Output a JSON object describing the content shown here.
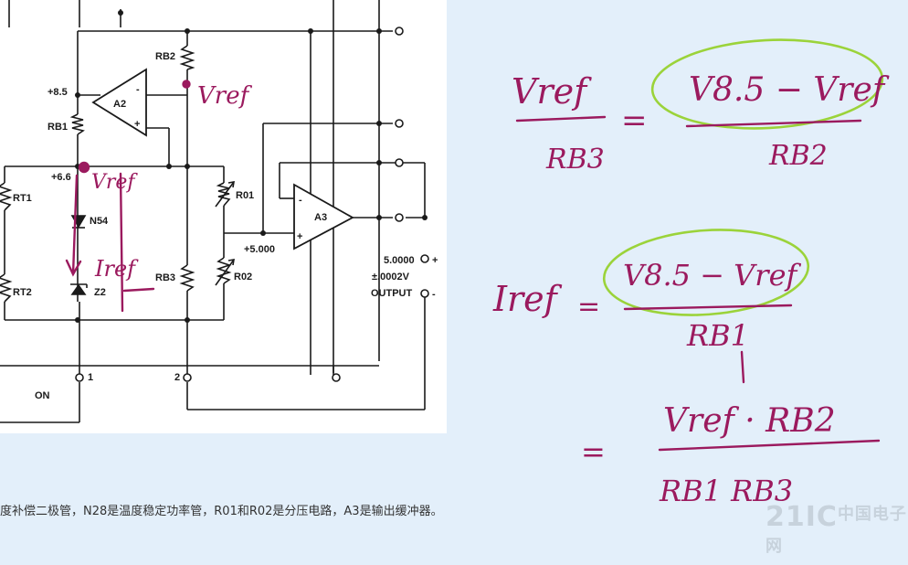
{
  "schematic": {
    "labels": {
      "rb2": "RB2",
      "plus85": "+8.5",
      "a2": "A2",
      "rb1": "RB1",
      "plus66": "+6.6",
      "rt1": "RT1",
      "n54": "N54",
      "rt2": "RT2",
      "z2": "Z2",
      "rb3": "RB3",
      "r01": "R01",
      "r02": "R02",
      "a3": "A3",
      "plus5": "+5.000",
      "out_v": "5.0000",
      "out_tol": "±.0002V",
      "output": "OUTPUT",
      "pin1": "1",
      "pin2": "2",
      "on": "ON",
      "minus_a2": "-",
      "plus_a2": "+",
      "minus_a3": "-",
      "plus_a3": "+",
      "term_plus": "+",
      "term_minus": "-"
    },
    "annotations": {
      "vref_rb2": "Vref",
      "vref_66": "Vref",
      "iref": "Iref"
    }
  },
  "equations": {
    "eq1_lhs_num": "Vref",
    "eq1_lhs_den": "RB3",
    "eq1_rhs_num": "V8.5 − Vref",
    "eq1_rhs_den": "RB2",
    "eq1_equals": "=",
    "eq2_lhs": "Iref",
    "eq2_equals": "=",
    "eq2_num": "V8.5 − Vref",
    "eq2_den": "RB1",
    "eq3_equals": "=",
    "eq3_num": "Vref · RB2",
    "eq3_den": "RB1 RB3"
  },
  "caption": "度补偿二极管，N28是温度稳定功率管，R01和R02是分压电路，A3是输出缓冲器。",
  "watermark": {
    "main": "21IC",
    "sub": "中国电子网"
  },
  "colors": {
    "ink": "#1a1a1a",
    "annotation": "#9b1a5e",
    "highlight": "#9bd33a",
    "background": "#e3effa"
  }
}
